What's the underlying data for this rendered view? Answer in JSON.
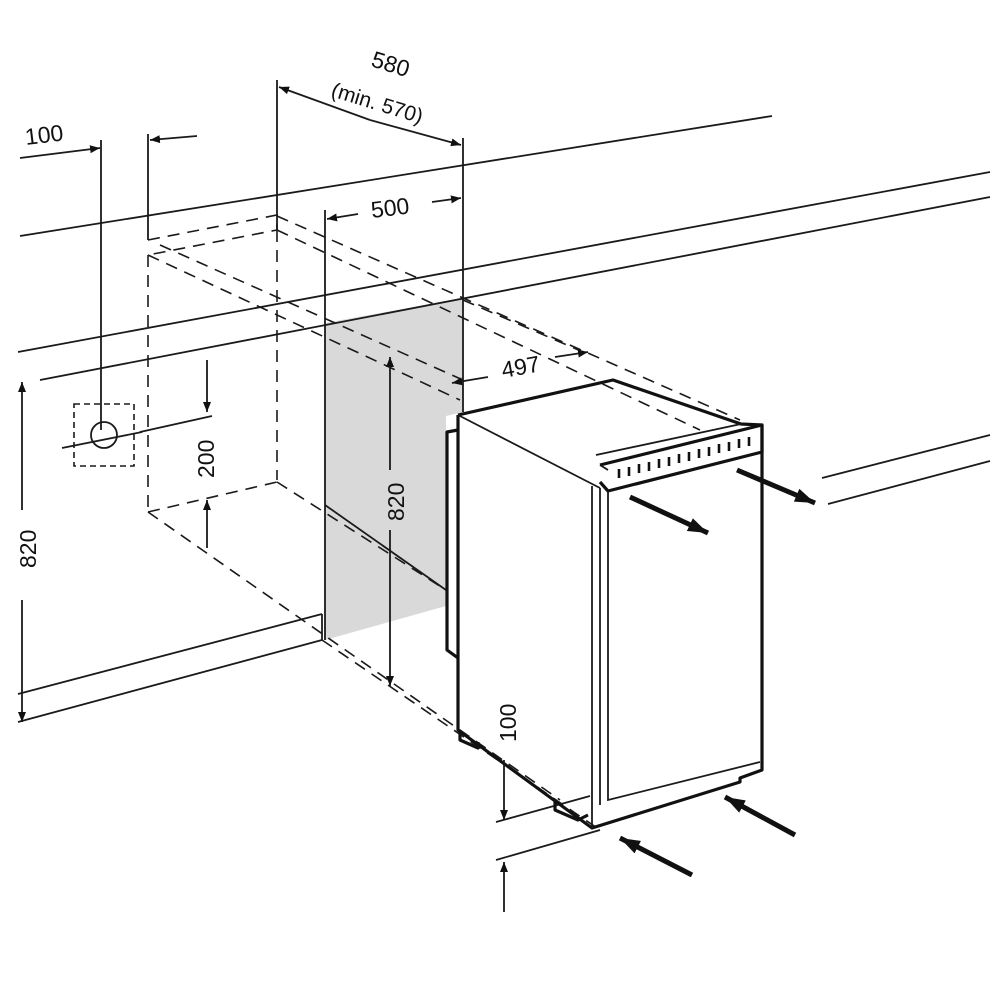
{
  "labels": {
    "side_gap": "100",
    "niche_depth": "580",
    "niche_depth_min": "(min. 570)",
    "vent_depth": "500",
    "appliance_depth": "497",
    "socket_height": "200",
    "niche_height": "820",
    "opening_height": "820",
    "plinth_height": "100"
  },
  "colors": {
    "line": "#1a1a1a",
    "vent_opening": "#d9d9d9"
  }
}
